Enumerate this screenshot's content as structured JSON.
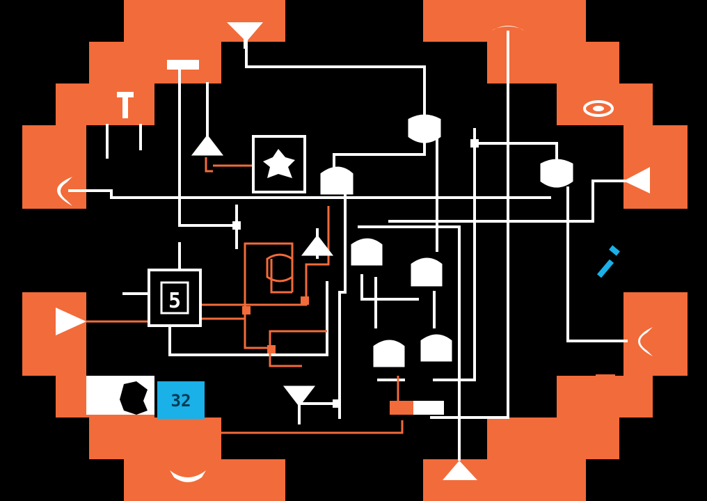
{
  "game": {
    "title": "",
    "colors": {
      "background": "#000000",
      "frame": "#f26b3a",
      "wire": "#ffffff",
      "powered_wire": "#f26b3a",
      "chip": "#1ab0e8",
      "tool": "#1ab0e8"
    },
    "counter_box": {
      "value": "5"
    },
    "chip": {
      "label": "32"
    },
    "ports": [
      "top-left-funnel",
      "top-right-dish",
      "right-flag",
      "right-c-port",
      "left-c-port",
      "left-arrow-port",
      "bottom-left-cup",
      "bottom-right-triangle"
    ],
    "tools": [
      "t-probe",
      "i-beam",
      "eye-sensor",
      "wrench",
      "key-head"
    ]
  }
}
